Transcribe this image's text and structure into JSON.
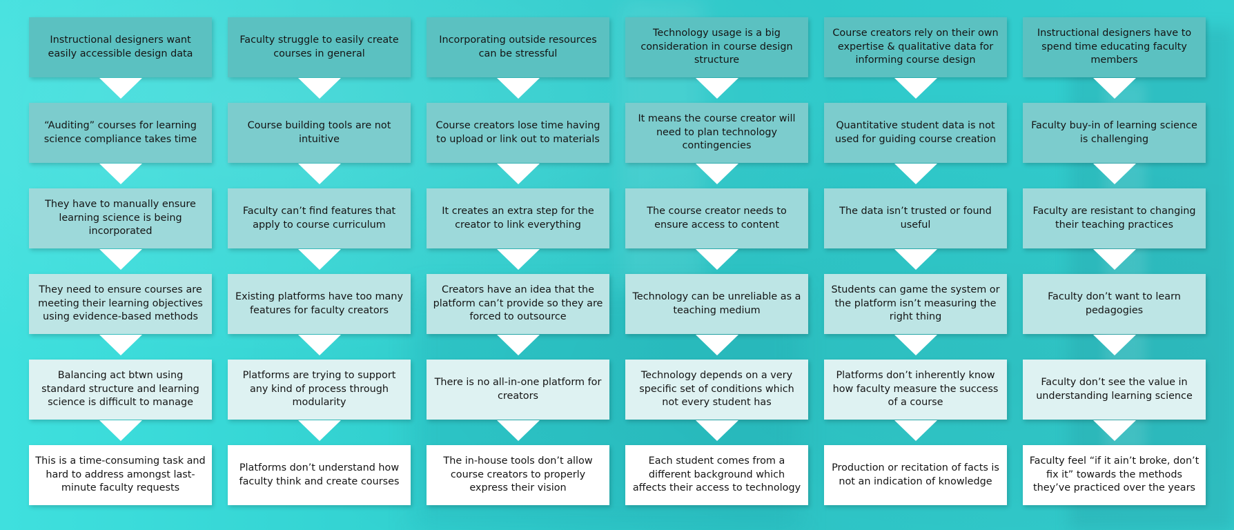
{
  "columns": [
    {
      "cards": [
        "Instructional designers want easily accessible design data",
        "“Auditing” courses for learning science compliance takes time",
        "They have to manually ensure learning science is being incorporated",
        "They need to ensure courses are meeting their learning objectives using evidence-based methods",
        "Balancing act btwn using standard structure and learning science is difficult to manage",
        "This is a time-consuming task and hard to address amongst last-minute faculty requests"
      ]
    },
    {
      "cards": [
        "Faculty struggle to easily create courses in general",
        "Course building tools are not intuitive",
        "Faculty can’t find features that apply to course curriculum",
        "Existing platforms have too many features for faculty creators",
        "Platforms are trying to support any kind of process through modularity",
        "Platforms don’t understand how faculty think and create courses"
      ]
    },
    {
      "cards": [
        "Incorporating outside resources can be stressful",
        "Course creators lose time having to upload or link out to materials",
        "It creates an extra step for the creator to link everything",
        "Creators have an idea that the platform can’t provide so they are forced to outsource",
        "There is no all-in-one platform for creators",
        "The in-house tools don’t allow course creators to properly express their vision"
      ]
    },
    {
      "cards": [
        "Technology usage is a big consideration in course design structure",
        "It means the course creator will need to plan technology contingencies",
        "The course creator needs to ensure access to content",
        "Technology can be unreliable as a teaching medium",
        "Technology depends on a very specific set of conditions which not every student has",
        "Each student comes from a different background which affects their access to technology"
      ]
    },
    {
      "cards": [
        "Course creators rely on their own expertise & qualitative data for informing course design",
        "Quantitative student data is not used for guiding course creation",
        "The data isn’t trusted or found useful",
        "Students can game the system or the platform isn’t measuring the right thing",
        "Platforms don’t inherently know how faculty measure the success of a course",
        "Production or recitation of facts is not an indication of knowledge"
      ]
    },
    {
      "cards": [
        "Instructional designers have to spend time educating faculty members",
        "Faculty buy-in of learning science is challenging",
        "Faculty are resistant to changing their teaching practices",
        "Faculty don’t want to learn pedagogies",
        "Faculty don’t see the value in understanding learning science",
        "Faculty feel “if it ain’t broke, don’t fix it” towards the methods they’ve practiced over the years"
      ]
    }
  ],
  "colors": {
    "row_fills": [
      "#5bc1c1",
      "#7ccccd",
      "#9dd9da",
      "#bde5e5",
      "#def2f2",
      "#ffffff"
    ],
    "arrow": "#ffffff",
    "background": "#33d3d2"
  }
}
